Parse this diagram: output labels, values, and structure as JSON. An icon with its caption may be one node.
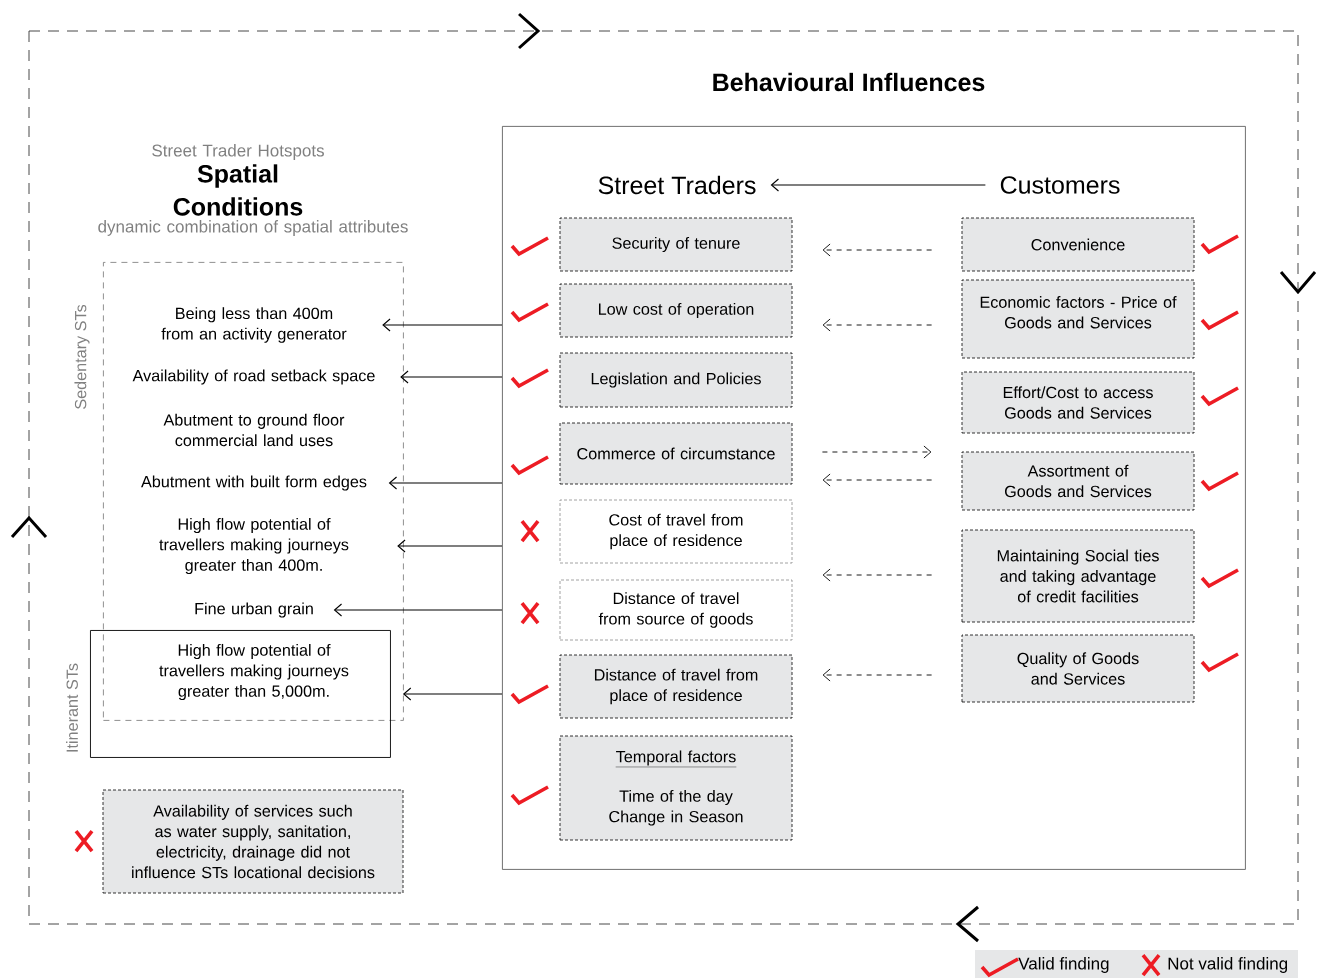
{
  "diagram": {
    "nodes": [
      {
        "text": [
          "Behavioural Influences"
        ]
      },
      {
        "text": [
          "Street Traders"
        ],
        "in": 0
      },
      {
        "text": [
          "Customers"
        ],
        "in": 0
      },
      {
        "text": [
          "Security of tenure"
        ],
        "in": 0
      },
      {
        "text": [
          "Low cost of operation"
        ],
        "in": 0
      },
      {
        "text": [
          "Legislation and Policies"
        ],
        "in": 0
      },
      {
        "text": [
          "Commerce of circumstance"
        ],
        "in": 0
      },
      {
        "text": [
          "Cost of travel from place of residence"
        ],
        "in": 0
      },
      {
        "text": [
          "Distance of travel from source of goods"
        ],
        "in": 0
      },
      {
        "text": [
          "Distance of travel from place of residence"
        ],
        "in": 0
      },
      {
        "text": [
          "Temporal factors",
          "Time of the day Change in Season"
        ],
        "in": 0
      },
      {
        "text": [
          "Convenience"
        ],
        "in": 0
      },
      {
        "text": [
          "Economic factors - Price of Goods and Services"
        ],
        "in": 0
      },
      {
        "text": [
          "Effort/Cost to access Goods and Services"
        ],
        "in": 0
      },
      {
        "text": [
          "Assortment of Goods and Services"
        ],
        "in": 0
      },
      {
        "text": [
          "Maintaining Social ties and taking advantage of credit facilities"
        ],
        "in": 0
      },
      {
        "text": [
          "Quality of Goods and Services"
        ],
        "in": 0
      },
      {
        "text": [
          "Street Trader Hotspots",
          "Spatial Conditions",
          "dynamic combination of spatial attributes"
        ],
        "beside": [
          "Sedentary STs"
        ]
      },
      {
        "text": [
          "Being less than 400m from an activity generator"
        ],
        "in": 17
      },
      {
        "text": [
          "Availability of road setback space"
        ],
        "in": 17
      },
      {
        "text": [
          "Abutment to ground floor commercial land uses"
        ],
        "in": 17
      },
      {
        "text": [
          "Abutment with built form edges"
        ],
        "in": 17
      },
      {
        "text": [
          "High flow potential of travellers making journeys greater than 400m."
        ],
        "in": 17
      },
      {
        "text": [
          "Fine urban grain"
        ],
        "in": 17
      },
      {
        "text": [],
        "shape": "box",
        "beside": [
          "Itinerant STs"
        ]
      },
      {
        "text": [
          "High flow potential of travellers making journeys greater than 5,000m."
        ]
      },
      {
        "text": [
          "Availability of services such as water supply, sanitation, electricity, drainage did not influence STs locational decisions"
        ]
      }
    ],
    "edges": [
      {
        "from": 2,
        "to": 1,
        "arrow": "to"
      },
      {
        "from": 11,
        "to": 3,
        "arrow": "to",
        "style": "dashed"
      },
      {
        "from": 12,
        "to": 4,
        "arrow": "to",
        "style": "dashed"
      },
      {
        "from": 6,
        "to": 14,
        "arrow": "to",
        "style": "dashed"
      },
      {
        "from": 14,
        "to": 6,
        "arrow": "to",
        "style": "dashed"
      },
      {
        "from": 15,
        "to": 7,
        "arrow": "to",
        "style": "dashed"
      },
      {
        "from": 16,
        "to": 9,
        "arrow": "to",
        "style": "dashed"
      },
      {
        "from": 0,
        "to": 18,
        "arrow": "to"
      },
      {
        "from": 0,
        "to": 19,
        "arrow": "to"
      },
      {
        "from": 0,
        "to": 21,
        "arrow": "to"
      },
      {
        "from": 0,
        "to": 22,
        "arrow": "to"
      },
      {
        "from": 0,
        "to": 23,
        "arrow": "to"
      },
      {
        "from": 0,
        "to": 24,
        "arrow": "to"
      }
    ],
    "legend": [
      {
        "text": "Valid finding"
      },
      {
        "text": "Not valid finding"
      }
    ]
  }
}
